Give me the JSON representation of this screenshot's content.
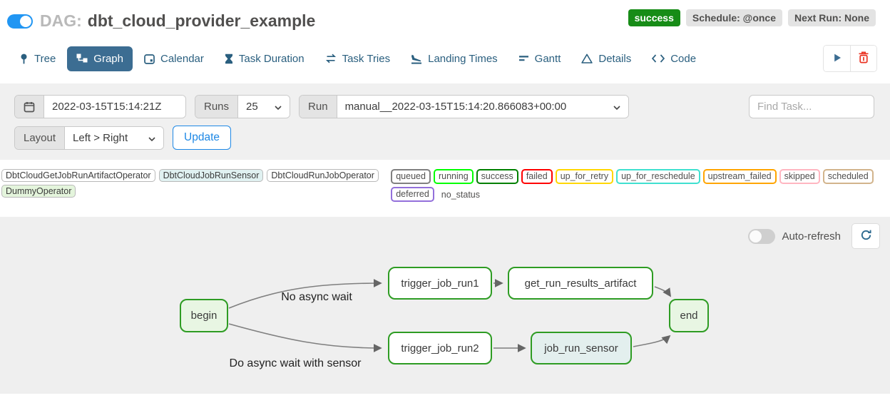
{
  "header": {
    "dag_toggle_on": true,
    "title_prefix": "DAG:",
    "dag_name": "dbt_cloud_provider_example",
    "status_badge": "success",
    "schedule_badge": "Schedule: @once",
    "next_run_badge": "Next Run: None"
  },
  "tabs": [
    {
      "label": "Tree",
      "icon": "tree-icon",
      "active": false
    },
    {
      "label": "Graph",
      "icon": "graph-icon",
      "active": true
    },
    {
      "label": "Calendar",
      "icon": "calendar-icon",
      "active": false
    },
    {
      "label": "Task Duration",
      "icon": "hourglass-icon",
      "active": false
    },
    {
      "label": "Task Tries",
      "icon": "repeat-icon",
      "active": false
    },
    {
      "label": "Landing Times",
      "icon": "plane-landing-icon",
      "active": false
    },
    {
      "label": "Gantt",
      "icon": "gantt-icon",
      "active": false
    },
    {
      "label": "Details",
      "icon": "triangle-icon",
      "active": false
    },
    {
      "label": "Code",
      "icon": "code-icon",
      "active": false
    }
  ],
  "toolbar_icons": [
    "play-icon",
    "trash-icon"
  ],
  "filter_bar": {
    "base_date_value": "2022-03-15T15:14:21Z",
    "runs_label": "Runs",
    "runs_value": "25",
    "run_label": "Run",
    "run_value": "manual__2022-03-15T15:14:20.866083+00:00",
    "find_task_placeholder": "Find Task...",
    "layout_label": "Layout",
    "layout_value": "Left > Right",
    "update_button": "Update"
  },
  "legend": {
    "operators": [
      {
        "label": "DbtCloudGetJobRunArtifactOperator",
        "bg": "#ffffff"
      },
      {
        "label": "DbtCloudJobRunSensor",
        "bg": "#e0f1f1"
      },
      {
        "label": "DbtCloudRunJobOperator",
        "bg": "#ffffff"
      },
      {
        "label": "DummyOperator",
        "bg": "#e4f5dc"
      }
    ],
    "statuses": [
      {
        "label": "queued",
        "color": "#808080"
      },
      {
        "label": "running",
        "color": "#00ff00"
      },
      {
        "label": "success",
        "color": "#008000"
      },
      {
        "label": "failed",
        "color": "#ff0000"
      },
      {
        "label": "up_for_retry",
        "color": "#ffd700"
      },
      {
        "label": "up_for_reschedule",
        "color": "#40e0d0"
      },
      {
        "label": "upstream_failed",
        "color": "#ffa500"
      },
      {
        "label": "skipped",
        "color": "#ffb6c1"
      },
      {
        "label": "scheduled",
        "color": "#d2b48c"
      },
      {
        "label": "deferred",
        "color": "#9370db"
      }
    ],
    "no_status_label": "no_status"
  },
  "graph": {
    "auto_refresh_label": "Auto-refresh",
    "auto_refresh_on": false,
    "node_border_color": "#2e9c23",
    "nodes": [
      {
        "label": "begin",
        "fill": "#e8f6e3"
      },
      {
        "label": "trigger_job_run1",
        "fill": "#ffffff"
      },
      {
        "label": "get_run_results_artifact",
        "fill": "#ffffff"
      },
      {
        "label": "end",
        "fill": "#e8f6e3"
      },
      {
        "label": "trigger_job_run2",
        "fill": "#ffffff"
      },
      {
        "label": "job_run_sensor",
        "fill": "#e3efee"
      }
    ],
    "edges": [
      {
        "from": "begin",
        "to": "trigger_job_run1",
        "label": "No async wait"
      },
      {
        "from": "begin",
        "to": "trigger_job_run2",
        "label": "Do async wait with sensor"
      },
      {
        "from": "trigger_job_run1",
        "to": "get_run_results_artifact",
        "label": ""
      },
      {
        "from": "get_run_results_artifact",
        "to": "end",
        "label": ""
      },
      {
        "from": "trigger_job_run2",
        "to": "job_run_sensor",
        "label": ""
      },
      {
        "from": "job_run_sensor",
        "to": "end",
        "label": ""
      }
    ]
  },
  "colors": {
    "accent_blue": "#1e88e5",
    "toggle_blue": "#2196f3",
    "tab_active_bg": "#3c6d92",
    "success_green": "#178c17",
    "trash_red": "#ea3323",
    "edge_gray": "#7f7f7f"
  }
}
